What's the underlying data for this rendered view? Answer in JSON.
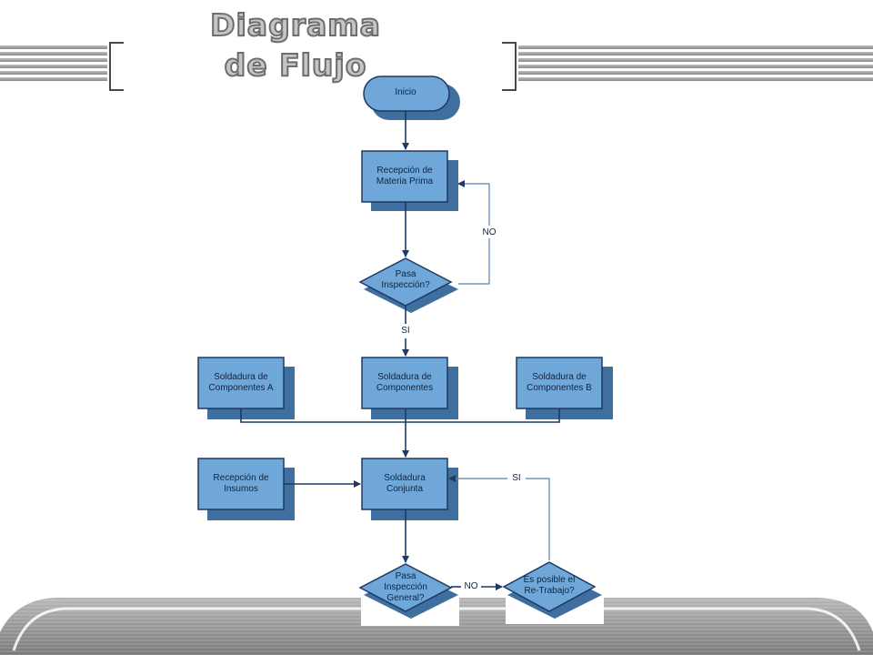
{
  "title": {
    "line1": "Diagrama",
    "line2": "de Flujo"
  },
  "nodes": {
    "inicio": "Inicio",
    "recepcion_materia_l1": "Recepción de",
    "recepcion_materia_l2": "Materia Prima",
    "pasa_inspeccion_l1": "Pasa",
    "pasa_inspeccion_l2": "Inspección?",
    "soldadura_a_l1": "Soldadura de",
    "soldadura_a_l2": "Componentes A",
    "soldadura_comp_l1": "Soldadura de",
    "soldadura_comp_l2": "Componentes",
    "soldadura_b_l1": "Soldadura de",
    "soldadura_b_l2": "Componentes B",
    "recepcion_insumos_l1": "Recepción de",
    "recepcion_insumos_l2": "Insumos",
    "soldadura_conjunta_l1": "Soldadura",
    "soldadura_conjunta_l2": "Conjunta",
    "pasa_general_l1": "Pasa",
    "pasa_general_l2": "Inspección",
    "pasa_general_l3": "General?",
    "retrabajo_l1": "Es posible el",
    "retrabajo_l2": "Re-Trabajo?"
  },
  "edge_labels": {
    "no_1": "NO",
    "si_1": "SI",
    "si_2": "SI",
    "no_2": "NO"
  },
  "colors": {
    "node_fill": "#6fa8d8",
    "node_shadow": "#3f6f9e",
    "node_border": "#1f3864",
    "connector": "#1f3864",
    "loop_line": "#7b9cc6"
  }
}
